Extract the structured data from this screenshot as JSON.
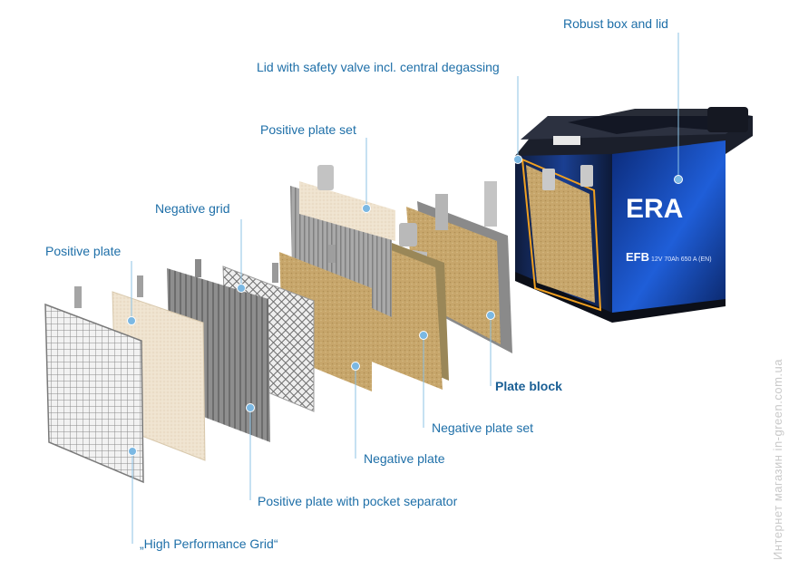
{
  "labels": {
    "robust_box": "Robust box and lid",
    "lid_valve": "Lid with safety valve incl. central degassing",
    "positive_plate_set": "Positive plate set",
    "negative_grid": "Negative grid",
    "positive_plate": "Positive plate",
    "plate_block": "Plate block",
    "negative_plate_set": "Negative plate set",
    "negative_plate": "Negative plate",
    "positive_plate_pocket": "Positive plate with pocket separator",
    "hp_grid": "„High Performance Grid“"
  },
  "battery": {
    "brand": "ERA",
    "type_badge": "EFB",
    "spec_line": "12V 70Ah 650 A (EN)"
  },
  "watermark": "Интернет магазин  in-green.com.ua",
  "colors": {
    "label": "#1e6fa8",
    "leader": "#8cc3e6",
    "dot": "#7bb8e3",
    "battery_blue": "#1346a8",
    "paste_tan": "#c9a86a",
    "accent_orange": "#f0a020"
  }
}
